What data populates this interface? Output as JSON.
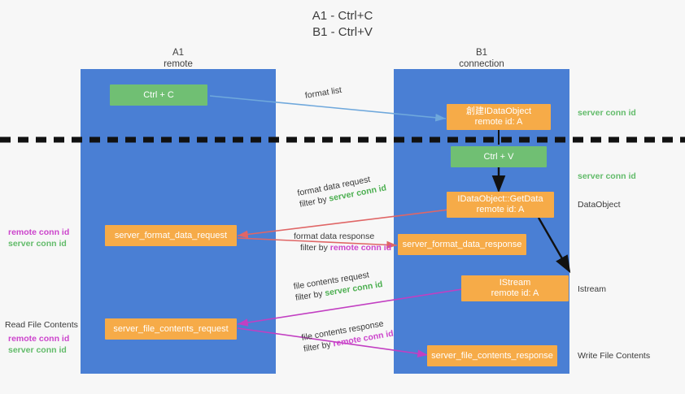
{
  "title": {
    "line1": "A1 - Ctrl+C",
    "line2": "B1 - Ctrl+V"
  },
  "columns": [
    {
      "name": "A1",
      "sub": "remote"
    },
    {
      "name": "B1",
      "sub": "connection"
    }
  ],
  "nodes": {
    "ctrl_c": "Ctrl + C",
    "ctrl_v": "Ctrl + V",
    "idataobject_line1": "創建IDataObject",
    "idataobject_line2": "remote id: A",
    "getdata_line1": "IDataObject::GetData",
    "getdata_line2": "remote id: A",
    "istream_line1": "IStream",
    "istream_line2": "remote id: A",
    "server_format_data_request": "server_format_data_request",
    "server_format_data_response": "server_format_data_response",
    "server_file_contents_request": "server_file_contents_request",
    "server_file_contents_response": "server_file_contents_response"
  },
  "notes": {
    "format_list": "format list",
    "format_data_request": "format data request",
    "format_data_request_filter_prefix": "filter by ",
    "format_data_request_filter_value": "server conn id",
    "format_data_response": "format data response",
    "format_data_response_filter_prefix": "filter by ",
    "format_data_response_filter_value": "remote conn id",
    "file_contents_request": "file contents request",
    "file_contents_request_filter_prefix": "filter by ",
    "file_contents_request_filter_value": "server conn id",
    "file_contents_response": "file contents response",
    "file_contents_response_filter_prefix": "filter by ",
    "file_contents_response_filter_value": "remote conn id"
  },
  "side_labels": {
    "right_server_conn_id_top": "server conn id",
    "right_server_conn_id_mid": "server conn id",
    "right_dataobject": "DataObject",
    "right_istream": "Istream",
    "right_write_file_contents": "Write File Contents",
    "left_remote_conn_id_1": "remote conn id",
    "left_server_conn_id_1": "server conn id",
    "left_read_file_contents": "Read File Contents",
    "left_remote_conn_id_2": "remote conn id",
    "left_server_conn_id_2": "server conn id"
  },
  "colors": {
    "lane": "#4a7fd4",
    "green_node": "#70bf73",
    "orange_node": "#f6ab48",
    "arrow_blue": "#6fa8dc",
    "arrow_red": "#e06666",
    "arrow_magenta": "#c23fc2",
    "arrow_black": "#111111",
    "divider": "#111111",
    "background": "#f7f7f7",
    "green_text": "#4caf50",
    "magenta_text": "#cc44cc"
  }
}
